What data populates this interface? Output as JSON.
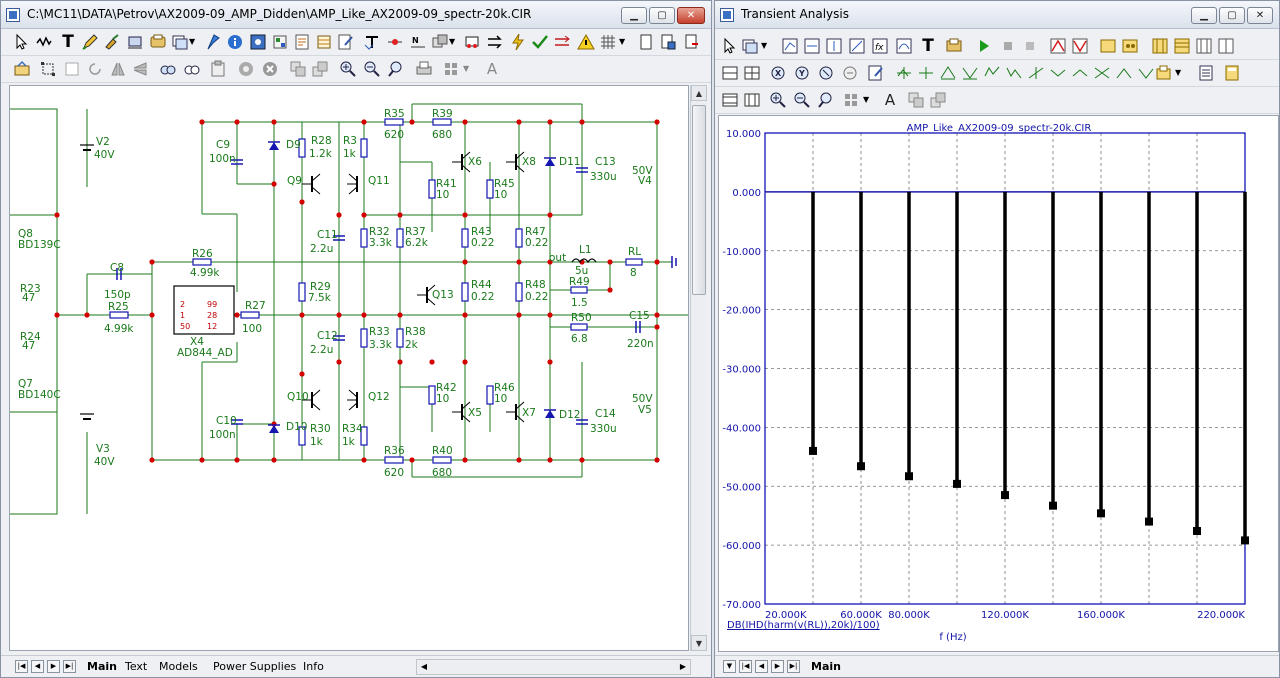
{
  "schematic": {
    "title": "C:\\MC11\\DATA\\Petrov\\AX2009-09_AMP_Didden\\AMP_Like_AX2009-09_spectr-20k.CIR",
    "tabs": [
      "Main",
      "Text",
      "Models",
      "Power Supplies",
      "Info"
    ],
    "text_tool_label": "T",
    "font_tool_label": "A",
    "labels": {
      "V2": "V2",
      "V2v": "40V",
      "V3": "V3",
      "V3v": "40V",
      "Q8": "Q8",
      "Q8m": "BD139C",
      "Q7": "Q7",
      "Q7m": "BD140C",
      "R23": "R23",
      "R23v": "47",
      "R24": "R24",
      "R24v": "47",
      "C8": "C8",
      "C8v": "150p",
      "R25": "R25",
      "R25v": "4.99k",
      "R26": "R26",
      "R26v": "4.99k",
      "X4": "X4",
      "X4m": "AD844_AD",
      "R27": "R27",
      "R27v": "100",
      "C9": "C9",
      "C9v": "100n",
      "C10": "C10",
      "C10v": "100n",
      "D9": "D9",
      "D10": "D10",
      "R28": "R28",
      "R28v": "1.2k",
      "R3": "R3",
      "R3v": "1k",
      "Q9": "Q9",
      "Q11": "Q11",
      "Q10": "Q10",
      "Q12": "Q12",
      "C11": "C11",
      "C11v": "2.2u",
      "C12": "C12",
      "C12v": "2.2u",
      "R29": "R29",
      "R29v": "7.5k",
      "R30": "R30",
      "R30v": "1k",
      "R34": "R34",
      "R34v": "1k",
      "R32": "R32",
      "R32v": "3.3k",
      "R37": "R37",
      "R37v": "6.2k",
      "R33": "R33",
      "R33v": "3.3k",
      "R38": "R38",
      "R38v": "2k",
      "R35": "R35",
      "R35v": "620",
      "R39": "R39",
      "R39v": "680",
      "R36": "R36",
      "R36v": "620",
      "R40": "R40",
      "R40v": "680",
      "X6": "X6",
      "X8": "X8",
      "X5": "X5",
      "X7": "X7",
      "Q13": "Q13",
      "R41": "R41",
      "R41v": "10",
      "R45": "R45",
      "R45v": "10",
      "R42": "R42",
      "R42v": "10",
      "R46": "R46",
      "R46v": "10",
      "R43": "R43",
      "R43v": "0.22",
      "R47": "R47",
      "R47v": "0.22",
      "R44": "R44",
      "R44v": "0.22",
      "R48": "R48",
      "R48v": "0.22",
      "D11": "D11",
      "D12": "D12",
      "C13": "C13",
      "C13v": "330u",
      "C14": "C14",
      "C14v": "330u",
      "V4v": "50V",
      "V4": "V4",
      "V5v": "50V",
      "V5": "V5",
      "L1": "L1",
      "L1v": "5u",
      "out": "out",
      "RL": "RL",
      "RLv": "8",
      "R49": "R49",
      "R49v": "1.5",
      "R50": "R50",
      "R50v": "6.8",
      "C15": "C15",
      "C15v": "220n",
      "p2": "2",
      "p99": "99",
      "p1": "1",
      "p28": "28",
      "p50": "50",
      "p12": "12"
    }
  },
  "transient": {
    "title": "Transient Analysis",
    "tabs": [
      "Main"
    ],
    "text_tool_label": "T",
    "font_tool_label": "A"
  },
  "chart_data": {
    "type": "bar",
    "title": "AMP_Like_AX2009-09_spectr-20k.CIR",
    "xlabel": "f (Hz)",
    "ylabel": "",
    "series": [
      {
        "name": "DB(IHD(harm(v(RL)),20k)/100)",
        "x": [
          40000,
          60000,
          80000,
          100000,
          120000,
          140000,
          160000,
          180000,
          200000,
          220000
        ],
        "values": [
          -44.0,
          -46.6,
          -48.3,
          -49.6,
          -51.5,
          -53.3,
          -54.6,
          -56.0,
          -57.6,
          -59.2
        ]
      }
    ],
    "xlim": [
      20000,
      220000
    ],
    "ylim": [
      -70,
      10
    ],
    "x_ticks": [
      "20.000K",
      "60.000K",
      "80.000K",
      "120.000K",
      "160.000K",
      "220.000K"
    ],
    "y_ticks": [
      "10.000",
      "0.000",
      "-10.000",
      "-20.000",
      "-30.000",
      "-40.000",
      "-50.000",
      "-60.000",
      "-70.000"
    ],
    "grid": true,
    "colors": {
      "axis": "#0000b0",
      "baseline": "#1a1aa8",
      "bars": "#000000",
      "tick_labels": "#1414a8"
    }
  },
  "colors": {
    "wire": "#1a7a1a",
    "node": "#d40000",
    "component": "#1515b0",
    "label": "#1a7a1a"
  }
}
